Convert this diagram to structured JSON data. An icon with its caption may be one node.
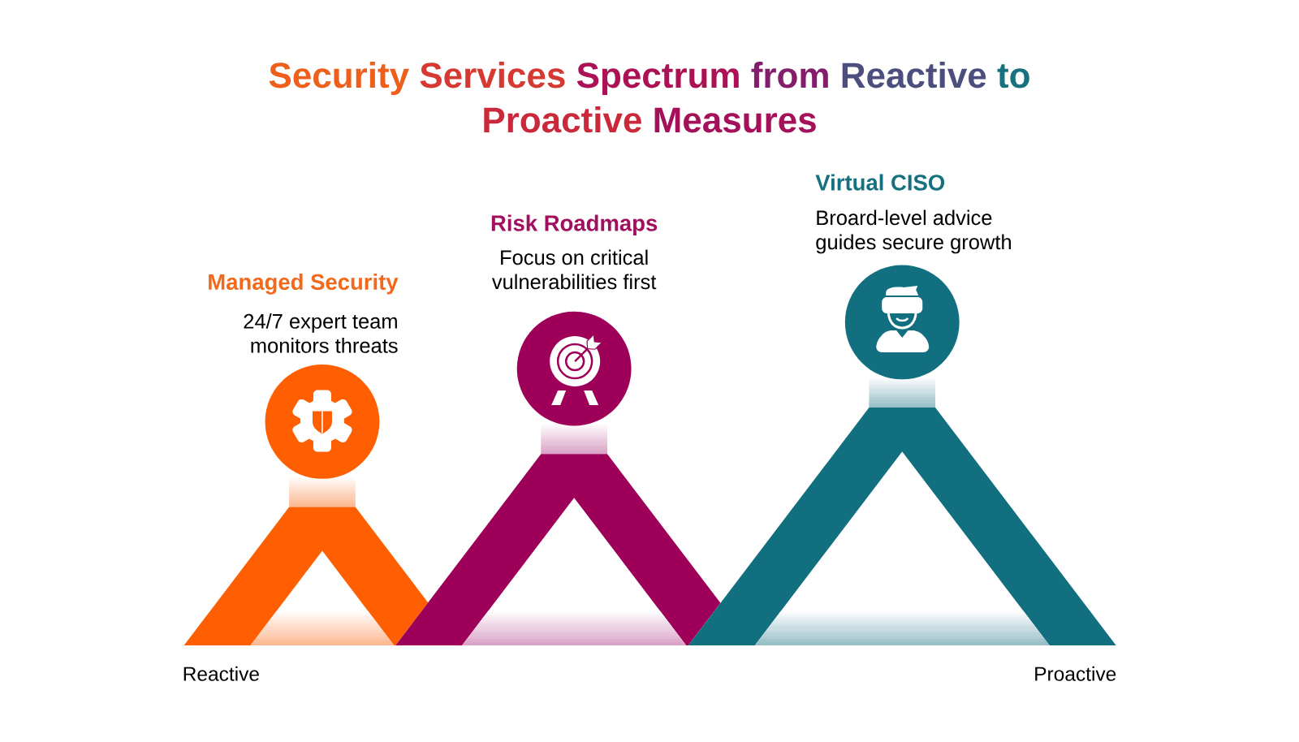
{
  "diagram": {
    "title": "Security Services Spectrum from Reactive to Proactive Measures",
    "nodes": [
      {
        "text": [
          "Managed Security",
          "24/7 expert team monitors threats"
        ]
      },
      {
        "text": [
          "Risk Roadmaps",
          "Focus on critical vulnerabilities first"
        ]
      },
      {
        "text": [
          "Virtual CISO",
          "Broard-level advice guides secure growth"
        ]
      },
      {
        "text": [],
        "shape": "chevron"
      },
      {
        "text": [],
        "shape": "chevron"
      },
      {
        "text": [],
        "shape": "chevron"
      }
    ],
    "labels": [
      "Reactive",
      "Proactive"
    ]
  }
}
